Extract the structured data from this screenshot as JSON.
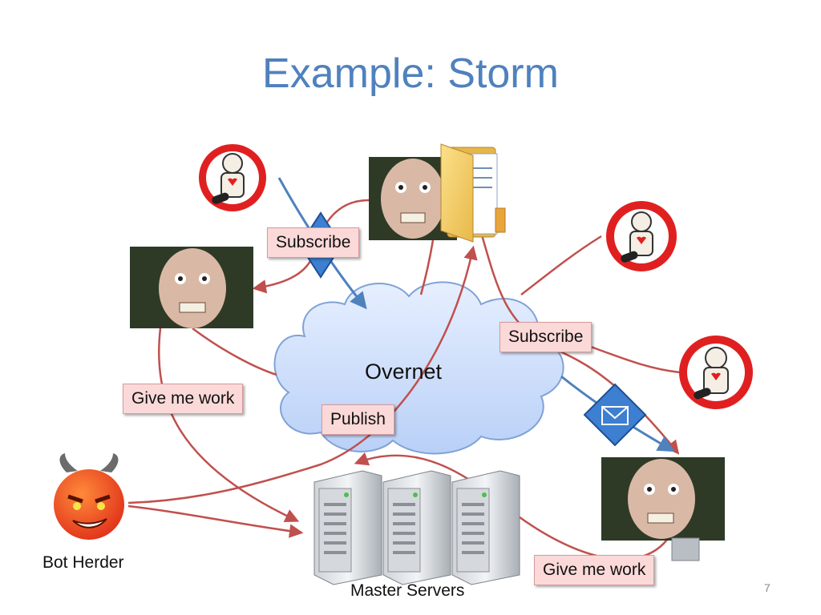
{
  "slide": {
    "title": "Example: Storm",
    "page_number": "7"
  },
  "cloud": {
    "label": "Overnet"
  },
  "labels": {
    "subscribe_top": "Subscribe",
    "subscribe_right": "Subscribe",
    "give_me_work_left": "Give me work",
    "give_me_work_right": "Give me work",
    "publish": "Publish"
  },
  "captions": {
    "bot_herder": "Bot Herder",
    "master_servers": "Master Servers"
  },
  "icons": {
    "infected": "voodoo-doll-icon",
    "bot": "zombie-face-photo",
    "files": "folder-icon",
    "message": "envelope-diamond-icon",
    "herder": "devil-face-icon",
    "servers": "server-tower-icon"
  },
  "colors": {
    "title": "#4f81bd",
    "arrows": "#c0504d",
    "blue_arrows": "#4f81bd",
    "cloud_fill": "#cfe0fb",
    "label_fill": "#fbd9d8"
  }
}
